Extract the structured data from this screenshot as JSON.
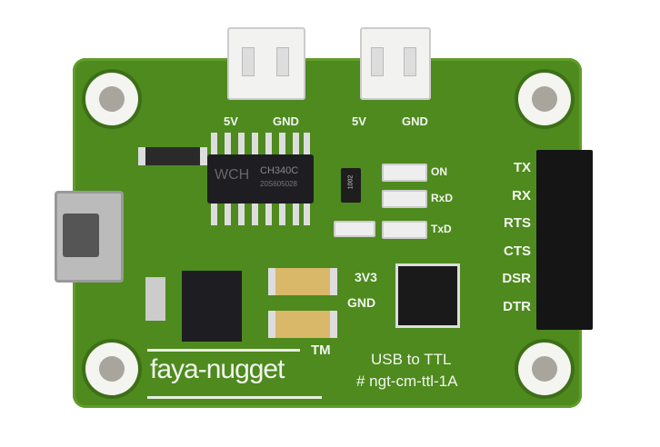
{
  "labels": {
    "conn1_5v": "5V",
    "conn1_gnd": "GND",
    "conn2_5v": "5V",
    "conn2_gnd": "GND",
    "ic": "CH340C",
    "ic_brand": "WCH",
    "ic_code": "20S605028",
    "led_on": "ON",
    "led_rxd": "RxD",
    "led_txd": "TxD",
    "resistor": "1002",
    "pins": [
      "TX",
      "RX",
      "RTS",
      "CTS",
      "DSR",
      "DTR"
    ],
    "v3": "3V3",
    "gnd": "GND",
    "brand": "faya-nugget",
    "tm": "TM",
    "product": "USB to TTL",
    "part": "# ngt-cm-ttl-1A"
  },
  "colors": {
    "board": "#4e8a1e",
    "silk": "#f2f5ee"
  }
}
